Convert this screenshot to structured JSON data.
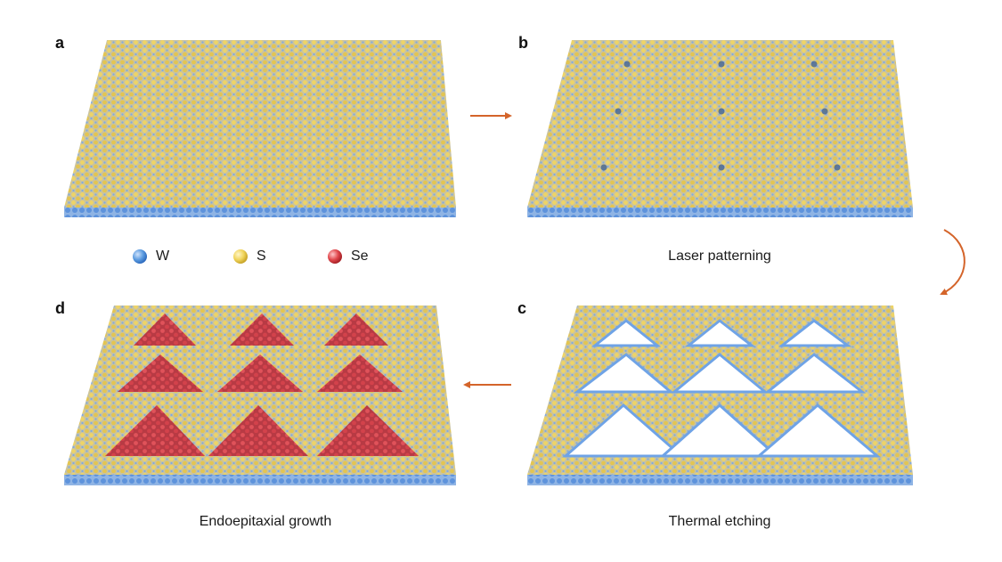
{
  "panels": {
    "a": {
      "letter": "a"
    },
    "b": {
      "letter": "b",
      "caption": "Laser patterning"
    },
    "c": {
      "letter": "c",
      "caption": "Thermal etching"
    },
    "d": {
      "letter": "d",
      "caption": "Endoepitaxial growth"
    }
  },
  "legend": [
    {
      "label": "W",
      "color": "#5b9be0"
    },
    {
      "label": "S",
      "color": "#f0d45a"
    },
    {
      "label": "Se",
      "color": "#e0464b"
    }
  ],
  "colors": {
    "arrow": "#d4642a",
    "lattice_s": "#e8cf5e",
    "lattice_w": "#6fa3e6",
    "dot_defect": "#4a6a9a",
    "se_fill": "#d8404a"
  }
}
